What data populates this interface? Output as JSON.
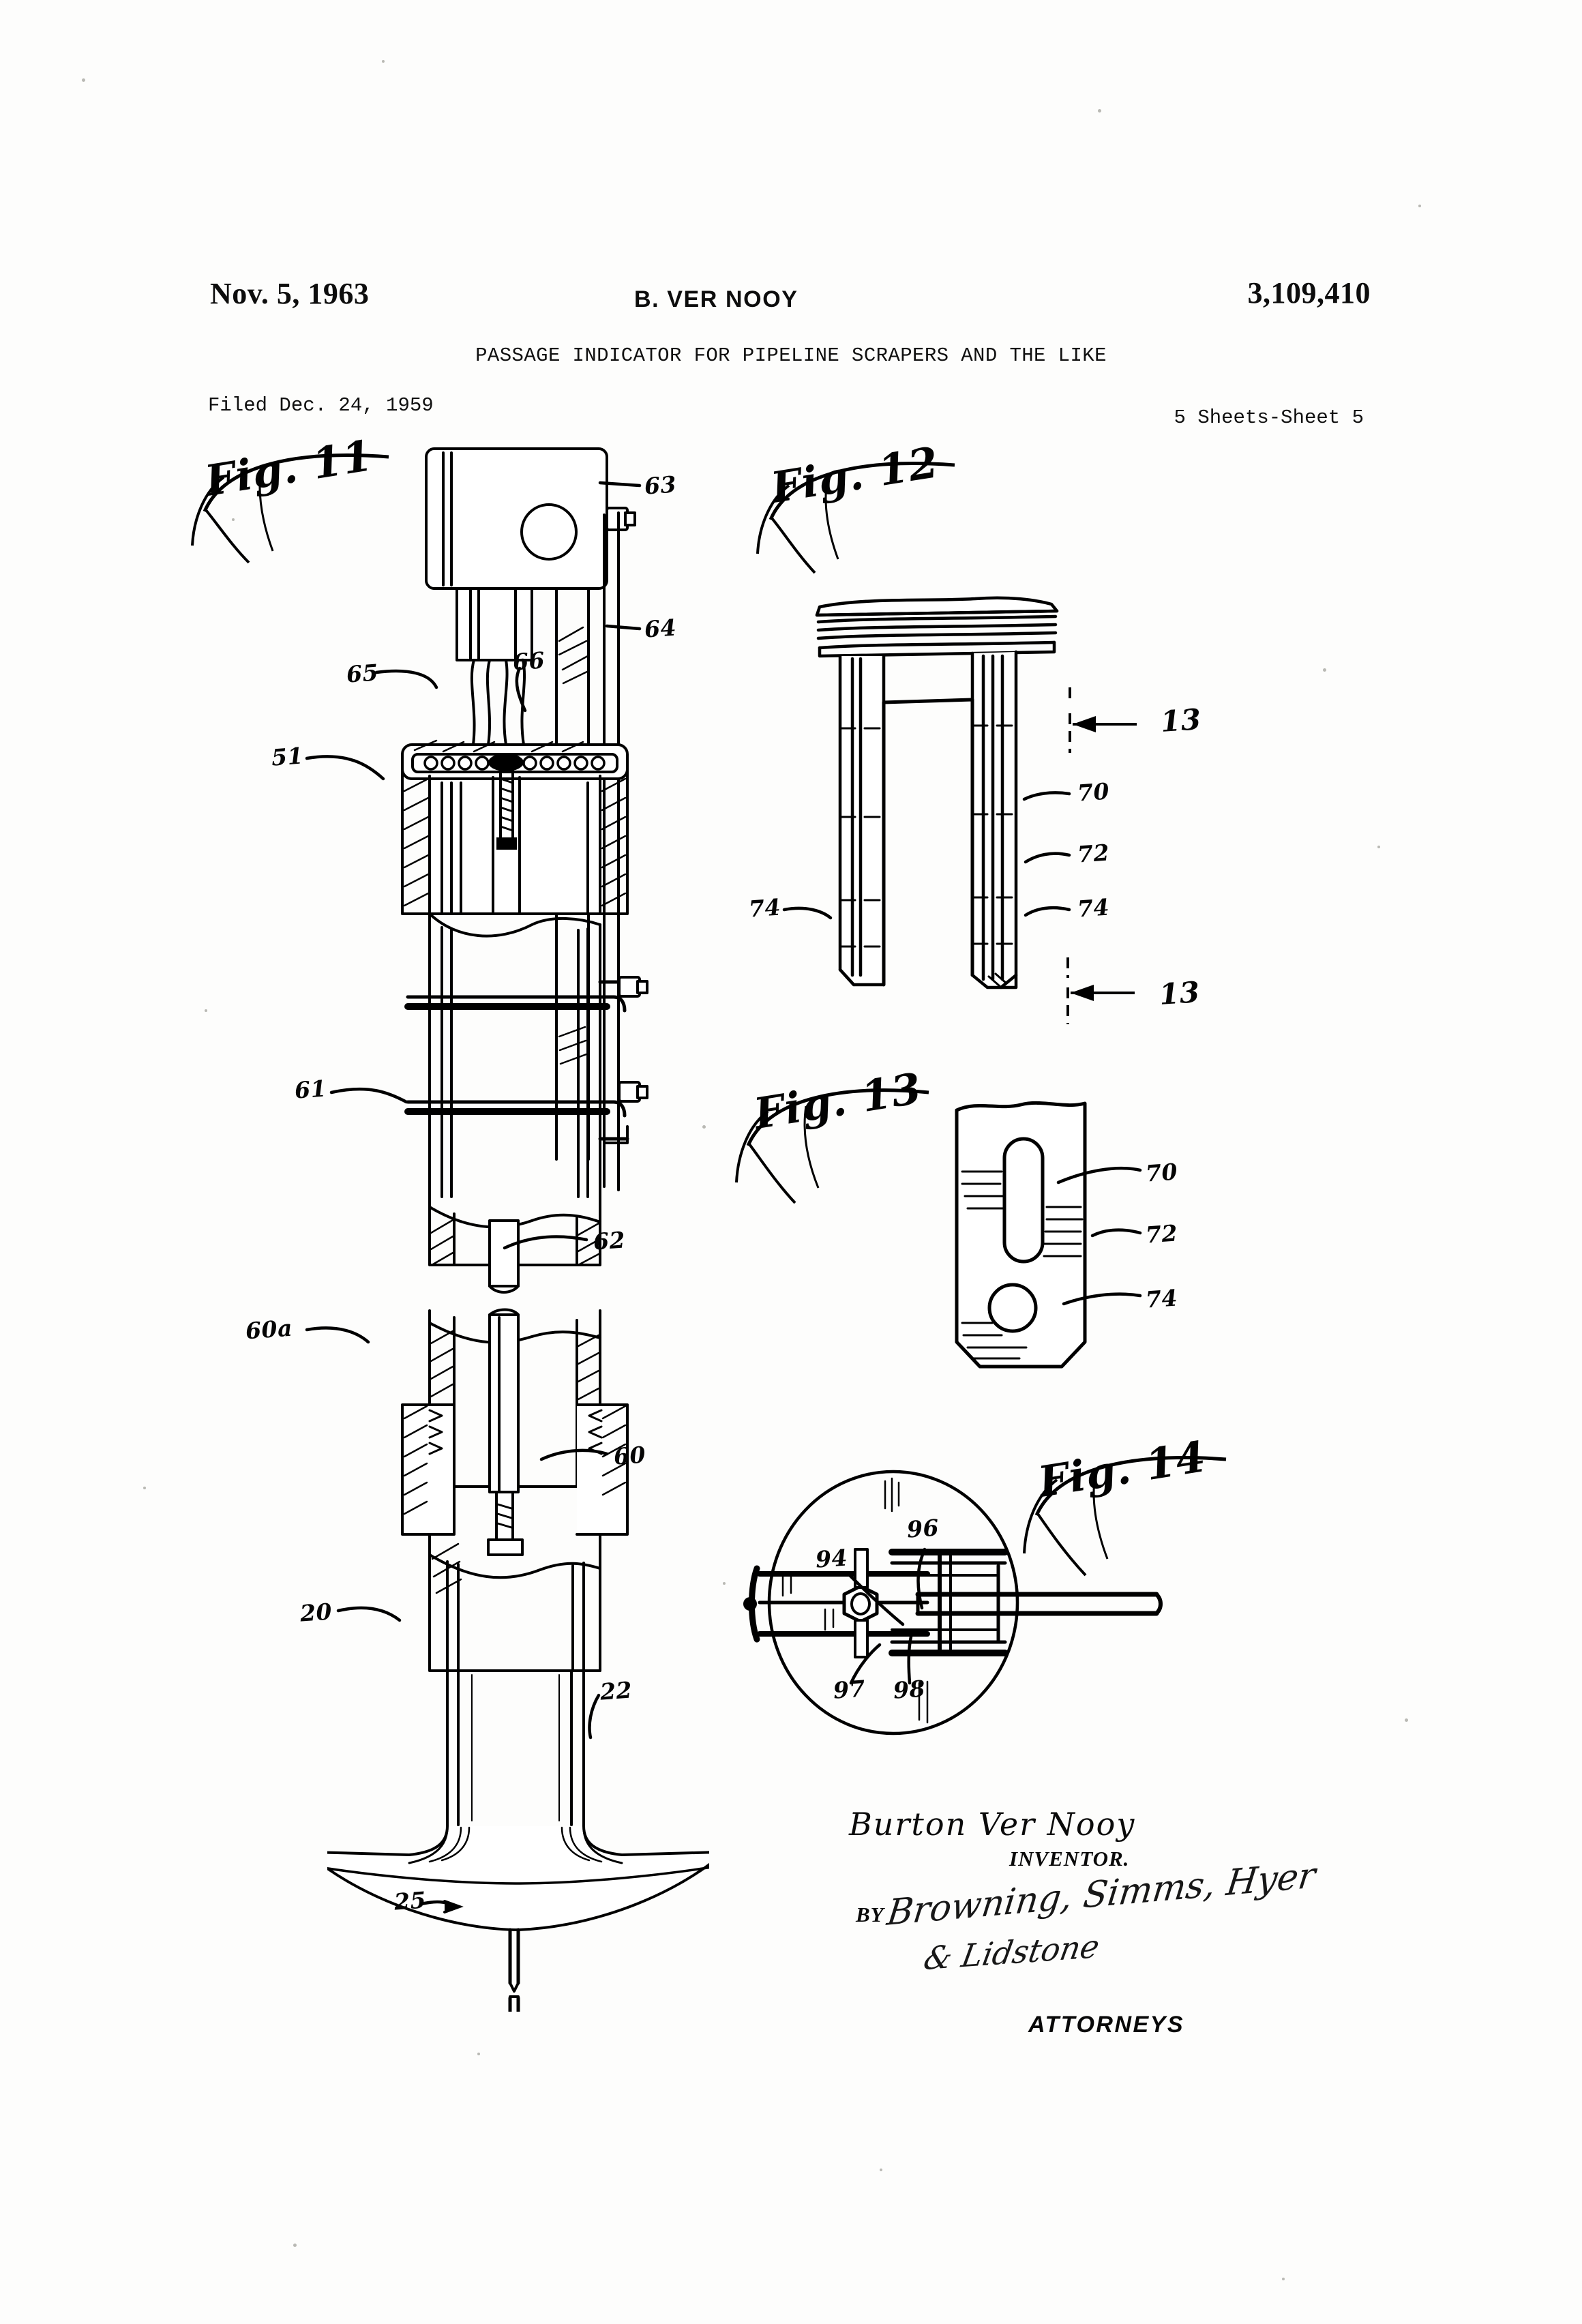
{
  "header": {
    "date": "Nov. 5, 1963",
    "inventor_line": "B. VER NOOY",
    "patent_number": "3,109,410",
    "title": "PASSAGE INDICATOR FOR PIPELINE SCRAPERS AND THE LIKE",
    "filed": "Filed Dec. 24, 1959",
    "sheets": "5 Sheets-Sheet 5"
  },
  "figures": {
    "fig11": {
      "caption": "Fig. 11",
      "refs": {
        "r63": "63",
        "r64": "64",
        "r65": "65",
        "r66": "66",
        "r51": "51",
        "r61": "61",
        "r62": "62",
        "r60a": "60a",
        "r60": "60",
        "r20": "20",
        "r22": "22",
        "r25": "25"
      }
    },
    "fig12": {
      "caption": "Fig. 12",
      "refs": {
        "s13_top": "13",
        "s13_bottom": "13",
        "r70": "70",
        "r72": "72",
        "r74_right": "74",
        "r74_left": "74"
      }
    },
    "fig13": {
      "caption": "Fig. 13",
      "refs": {
        "r70": "70",
        "r72": "72",
        "r74": "74"
      }
    },
    "fig14": {
      "caption": "Fig. 14",
      "refs": {
        "r94": "94",
        "r96": "96",
        "r97": "97",
        "r98": "98"
      }
    }
  },
  "signature": {
    "inventor_name": "Burton  Ver Nooy",
    "inventor_role": "INVENTOR.",
    "by_label": "BY",
    "attorney_signature_line1": "Browning, Simms, Hyer",
    "attorney_signature_line2": "& Lidstone",
    "attorneys_label": "ATTORNEYS"
  },
  "colors": {
    "ink": "#000000",
    "paper": "#fdfdfc"
  }
}
